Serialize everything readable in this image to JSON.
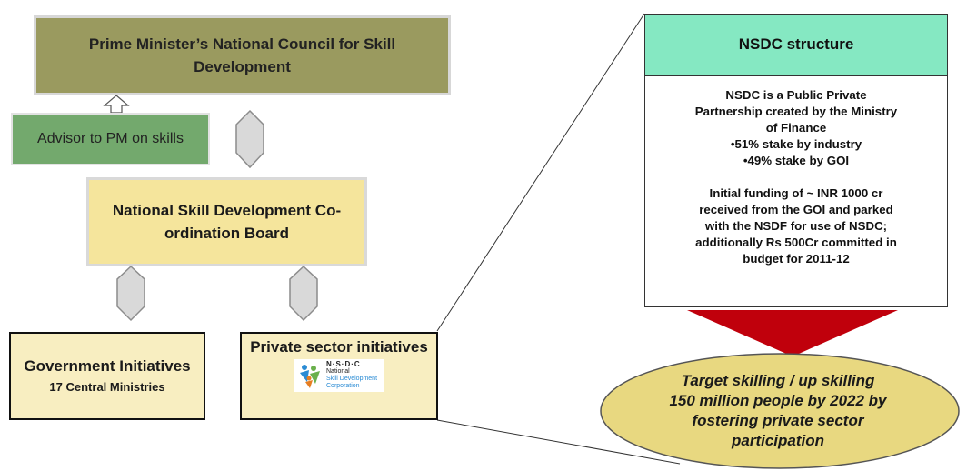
{
  "pm_council": "Prime Minister’s National Council for Skill Development",
  "advisor": "Advisor to PM on skills",
  "coordination_board": "National Skill Development Co-ordination Board",
  "government": {
    "title": "Government Initiatives",
    "subtitle": "17 Central Ministries"
  },
  "private_sector": {
    "title": "Private sector initiatives"
  },
  "nsdc_logo": {
    "acronym": "N·S·D·C",
    "line1": "National",
    "line2": "Skill Development",
    "line3": "Corporation"
  },
  "nsdc_structure": {
    "header": "NSDC structure",
    "para1_lines": [
      "NSDC is a Public Private",
      "Partnership created by the Ministry",
      "of Finance"
    ],
    "bullets": [
      "•51% stake by industry",
      "•49% stake by GOI"
    ],
    "para2_lines": [
      "Initial funding of ~ INR 1000 cr",
      "received from the GOI and parked",
      "with the NSDF for use of NSDC;",
      "additionally Rs 500Cr committed in",
      "budget for 2011-12"
    ]
  },
  "target": [
    "Target skilling / up skilling",
    "150 million people by 2022 by",
    "fostering private sector",
    "participation"
  ],
  "colors": {
    "pm_box": "#9a9a5f",
    "advisor_box": "#73a96d",
    "board_box": "#f5e59c",
    "initiative_box": "#f8eec1",
    "nsdc_header": "#85e8c2",
    "arrow_red": "#c0000c",
    "ellipse": "#e8d880"
  }
}
